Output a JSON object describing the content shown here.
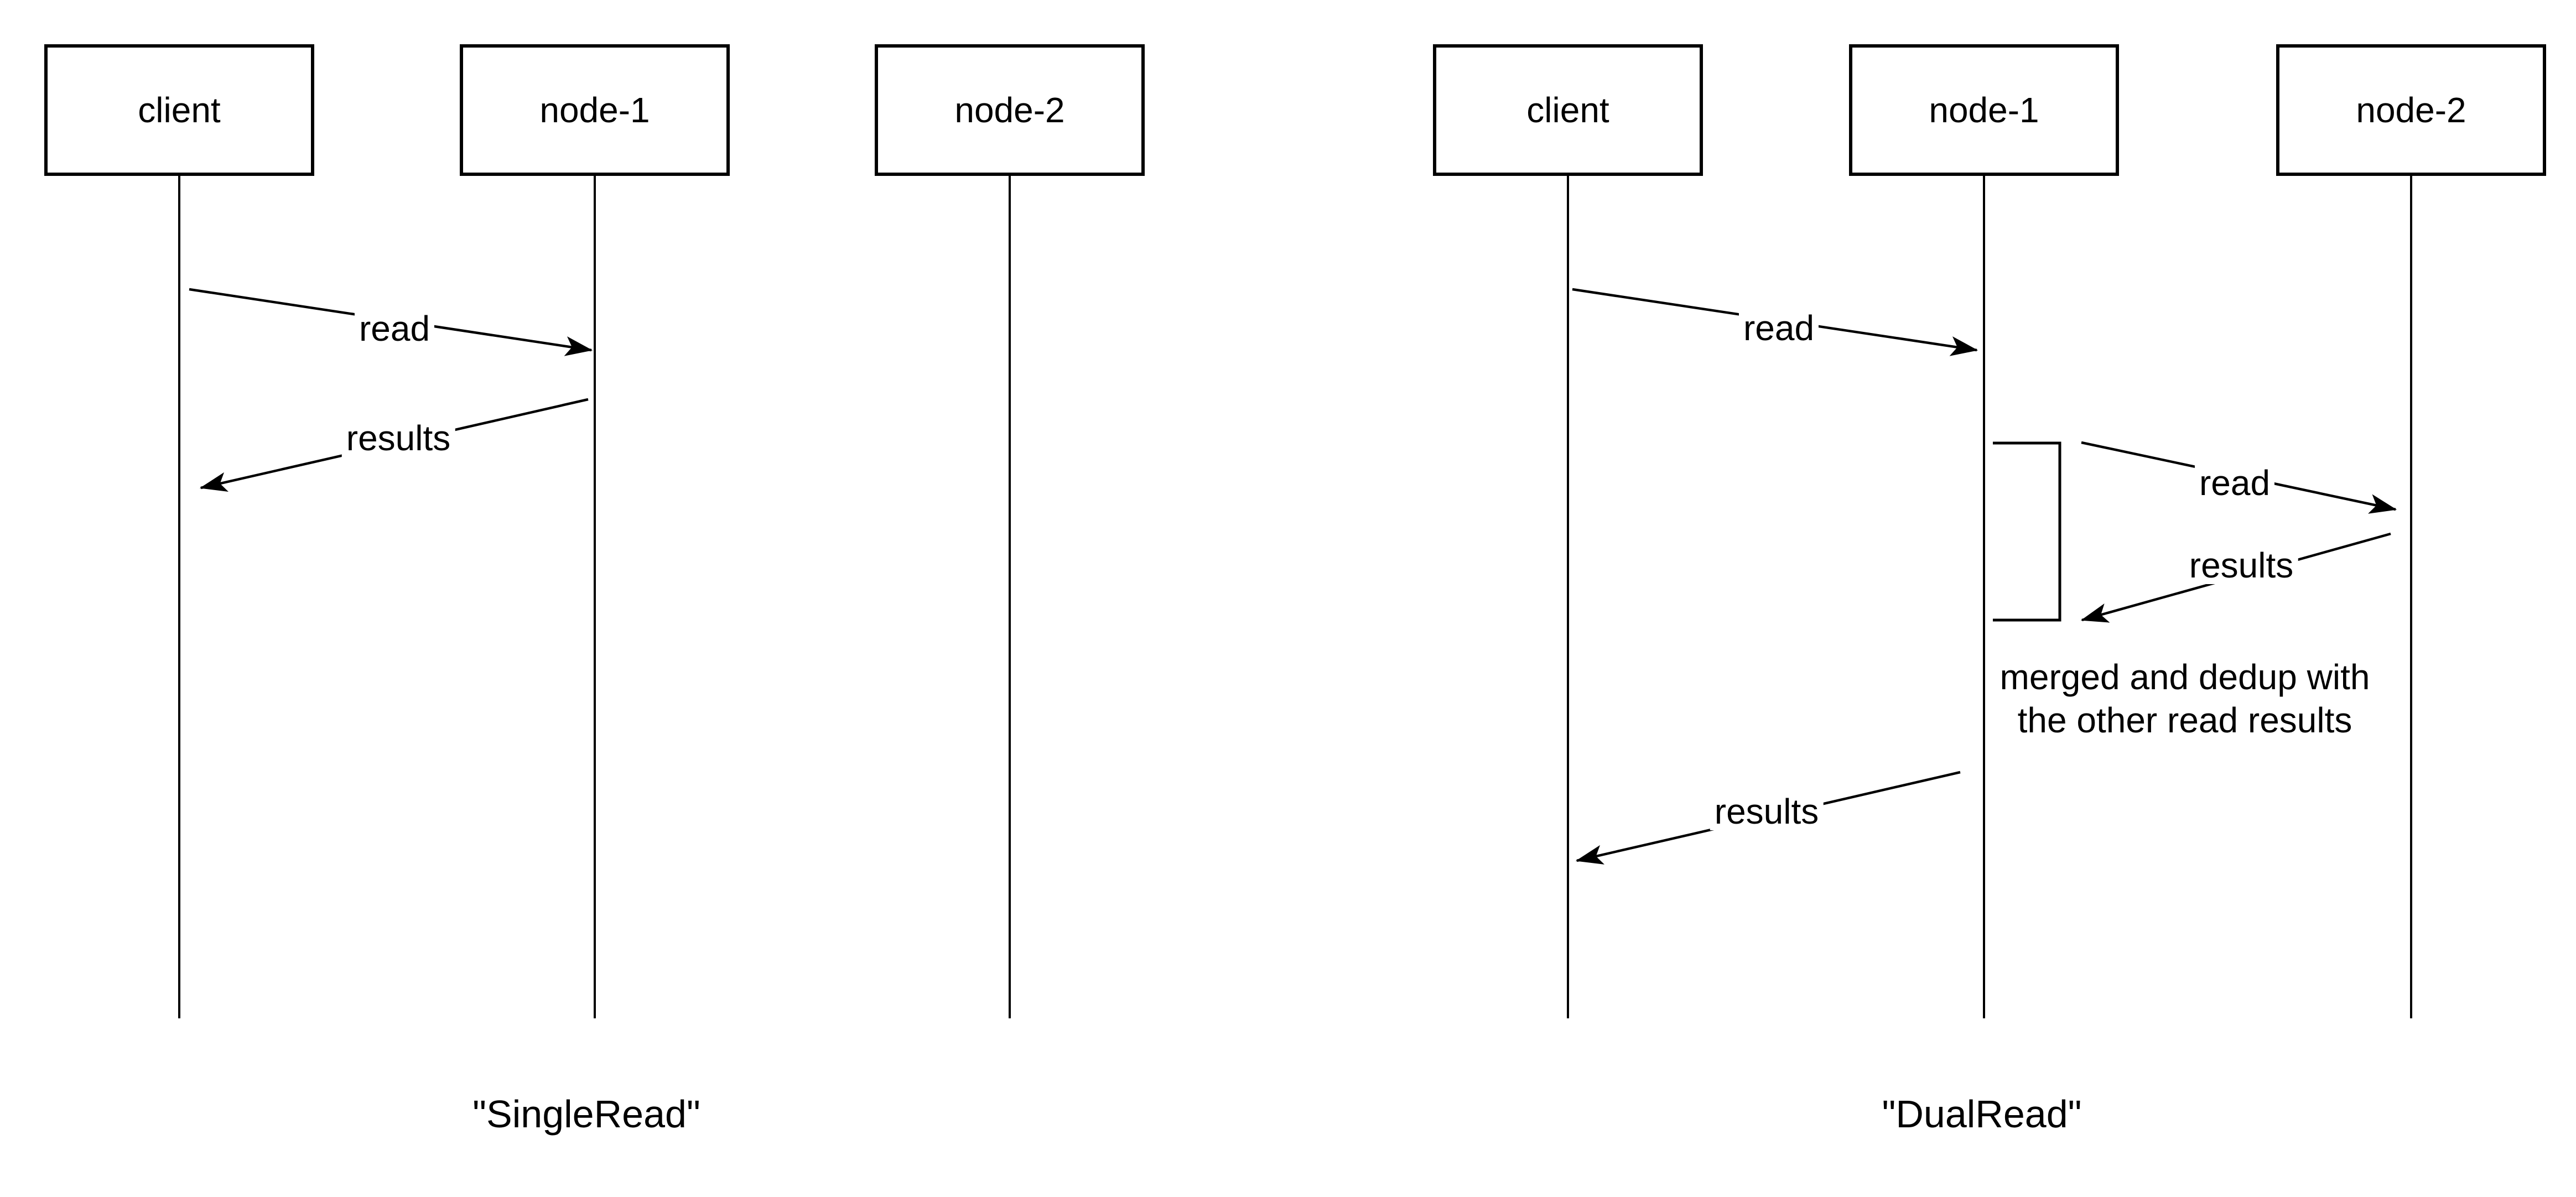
{
  "colors": {
    "background": "#ffffff",
    "stroke": "#000000"
  },
  "left_diagram": {
    "caption": "\"SingleRead\"",
    "actors": [
      {
        "label": "client"
      },
      {
        "label": "node-1"
      },
      {
        "label": "node-2"
      }
    ],
    "messages": [
      {
        "label": "read",
        "from": "client",
        "to": "node-1"
      },
      {
        "label": "results",
        "from": "node-1",
        "to": "client"
      }
    ]
  },
  "right_diagram": {
    "caption": "\"DualRead\"",
    "actors": [
      {
        "label": "client"
      },
      {
        "label": "node-1"
      },
      {
        "label": "node-2"
      }
    ],
    "messages": [
      {
        "label": "read",
        "from": "client",
        "to": "node-1"
      },
      {
        "label": "read",
        "from": "node-1",
        "to": "node-2"
      },
      {
        "label": "results",
        "from": "node-2",
        "to": "node-1"
      },
      {
        "label": "results",
        "from": "node-1",
        "to": "client"
      }
    ],
    "note": {
      "line1": "merged and dedup with",
      "line2": "the other read results"
    }
  }
}
